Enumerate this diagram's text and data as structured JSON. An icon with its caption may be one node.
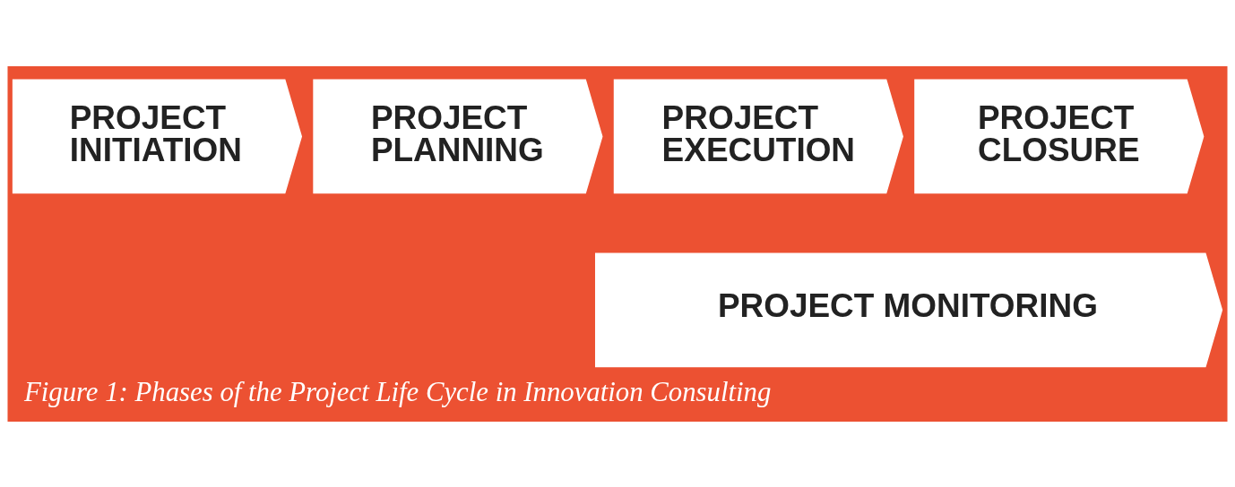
{
  "diagram": {
    "caption": "Figure 1: Phases of the Project Life Cycle in Innovation Consulting",
    "nodes": [
      {
        "text": [
          "PROJECT INITIATION"
        ]
      },
      {
        "text": [
          "PROJECT PLANNING"
        ]
      },
      {
        "text": [
          "PROJECT EXECUTION"
        ]
      },
      {
        "text": [
          "PROJECT CLOSURE"
        ]
      },
      {
        "text": [
          "PROJECT MONITORING"
        ]
      }
    ]
  }
}
